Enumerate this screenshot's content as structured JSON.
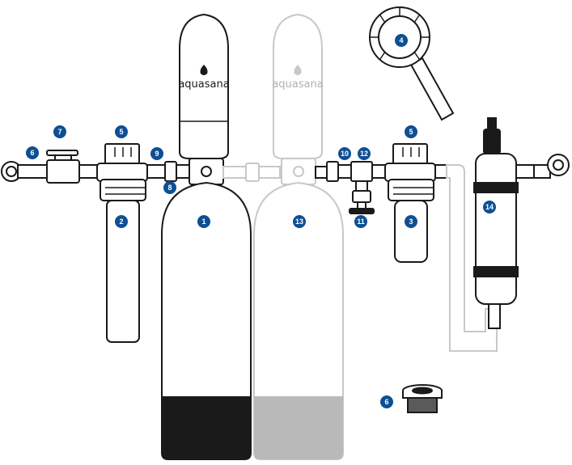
{
  "brand": {
    "name": "aquasana"
  },
  "colors": {
    "outline": "#1a1a1a",
    "ghost_outline": "#c8c8c8",
    "badge": "#0e4f93",
    "tank_base": "#1a1a1a",
    "ghost_tank_base": "#b9b9b9"
  },
  "callouts": [
    {
      "id": "pre-filter-housing-left",
      "number": "5"
    },
    {
      "id": "shutoff-valve",
      "number": "7"
    },
    {
      "id": "bypass-fitting-left",
      "number": "6"
    },
    {
      "id": "pre-filter-cartridge",
      "number": "2"
    },
    {
      "id": "compression-fitting-a",
      "number": "9"
    },
    {
      "id": "compression-fitting-b",
      "number": "8"
    },
    {
      "id": "main-tank",
      "number": "1"
    },
    {
      "id": "optional-tank",
      "number": "13"
    },
    {
      "id": "compression-fitting-c",
      "number": "10"
    },
    {
      "id": "tee-fitting",
      "number": "12"
    },
    {
      "id": "sample-valve",
      "number": "11"
    },
    {
      "id": "pre-filter-housing-right",
      "number": "5"
    },
    {
      "id": "post-filter-cartridge",
      "number": "3"
    },
    {
      "id": "housing-wrench",
      "number": "4"
    },
    {
      "id": "uv-filter",
      "number": "14"
    },
    {
      "id": "reducer-bushing",
      "number": "6"
    }
  ]
}
